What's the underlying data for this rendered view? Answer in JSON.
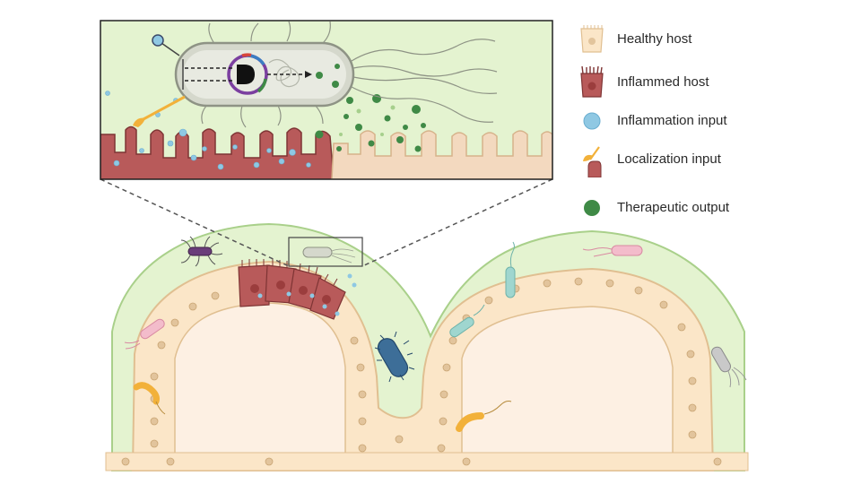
{
  "legend": {
    "items": [
      {
        "key": "healthy",
        "label": "Healthy host",
        "color": "#fbe6c8"
      },
      {
        "key": "inflamed",
        "label": "Inflammed host",
        "color": "#b85a5a"
      },
      {
        "key": "inflammation",
        "label": "Inflammation input",
        "color": "#8fc8e3"
      },
      {
        "key": "localization",
        "label": "Localization input",
        "color": "#f2b13a"
      },
      {
        "key": "therapeutic",
        "label": "Therapeutic output",
        "color": "#3f8a46"
      }
    ]
  },
  "colors": {
    "mucus": "#e4f3d0",
    "mucus_edge": "#a9d08a",
    "healthy_cell": "#fbe6c8",
    "healthy_edge": "#e0bf91",
    "lumen_fill": "#fdf0e3",
    "inflamed_cell": "#b85a5a",
    "inflamed_edge": "#7e3434",
    "inflammation_dot": "#8fc8e3",
    "therapeutic_dot": "#3f8a46",
    "localization": "#f2b13a",
    "zoom_bg": "#e4f3d0",
    "engineered_cell": "#d5d8cc"
  }
}
